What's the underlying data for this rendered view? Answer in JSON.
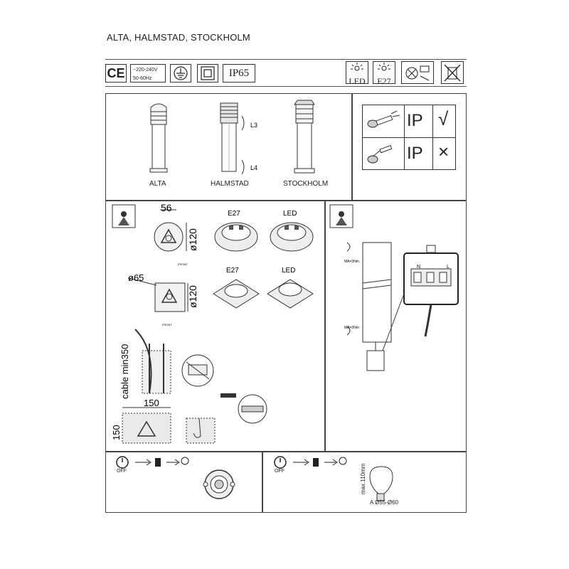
{
  "header": {
    "title": "ALTA, HALMSTAD, STOCKHOLM"
  },
  "symbols": {
    "ce": "CE",
    "voltage": "~220-240V",
    "frequency": "50-60Hz",
    "ip_rating": "IP65",
    "led": "LED",
    "e27": "E27"
  },
  "products": {
    "alta": "ALTA",
    "halmstad": "HALMSTAD",
    "stockholm": "STOCKHOLM",
    "dim_l3": "L3",
    "dim_l4": "L4"
  },
  "ip_table": {
    "row1_ip": "IP",
    "row1_mark": "√",
    "row2_ip": "IP",
    "row2_mark": "×"
  },
  "installation": {
    "dim_56": "56",
    "dim_d120_a": "ø120",
    "dim_d65": "ø65",
    "dim_d120_b": "ø120",
    "e27_a": "E27",
    "led_a": "LED",
    "e27_b": "E27",
    "led_b": "LED",
    "cable_min": "cable min350",
    "dim_150_w": "150",
    "dim_150_h": "150",
    "front_a": "FRONT",
    "front_b": "FRONT",
    "torque_1": "MA=3Nm",
    "torque_2": "MA=3Nm",
    "terminal_n": "N",
    "terminal_l": "L"
  },
  "bulb": {
    "off_1": "OFF",
    "off_2": "OFF",
    "max_length": "max.110mm",
    "size": "A Ø55-Ø60"
  }
}
